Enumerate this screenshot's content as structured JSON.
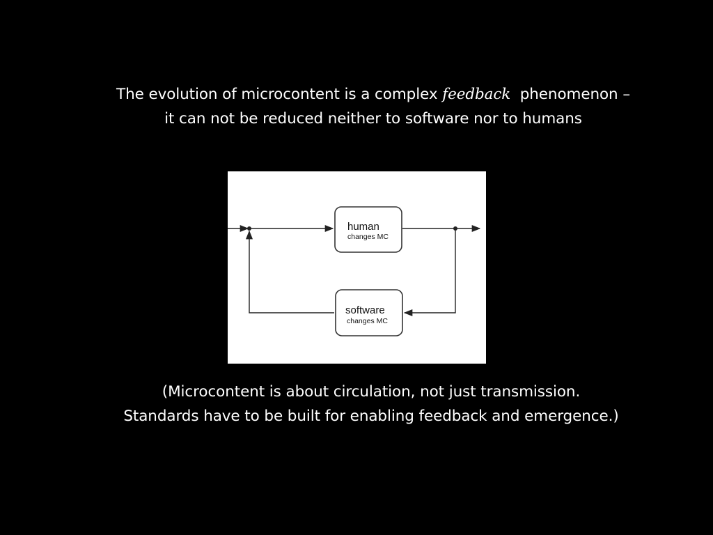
{
  "heading": {
    "line1_prefix": "The evolution of microcontent is a complex",
    "line1_emphasis": "feedback",
    "line1_suffix": "phenomenon –",
    "line2": "it can not be reduced neither to software nor to humans"
  },
  "diagram": {
    "top_node": {
      "title": "human",
      "subtitle": "changes MC"
    },
    "bottom_node": {
      "title": "software",
      "subtitle": "changes MC"
    }
  },
  "caption": {
    "line1": "(Microcontent is about circulation, not just transmission.",
    "line2": "Standards have to be built for enabling feedback and emergence.)"
  },
  "colors": {
    "background": "#000000",
    "text": "#ffffff",
    "figure_background": "#ffffff",
    "figure_stroke": "#222222"
  }
}
